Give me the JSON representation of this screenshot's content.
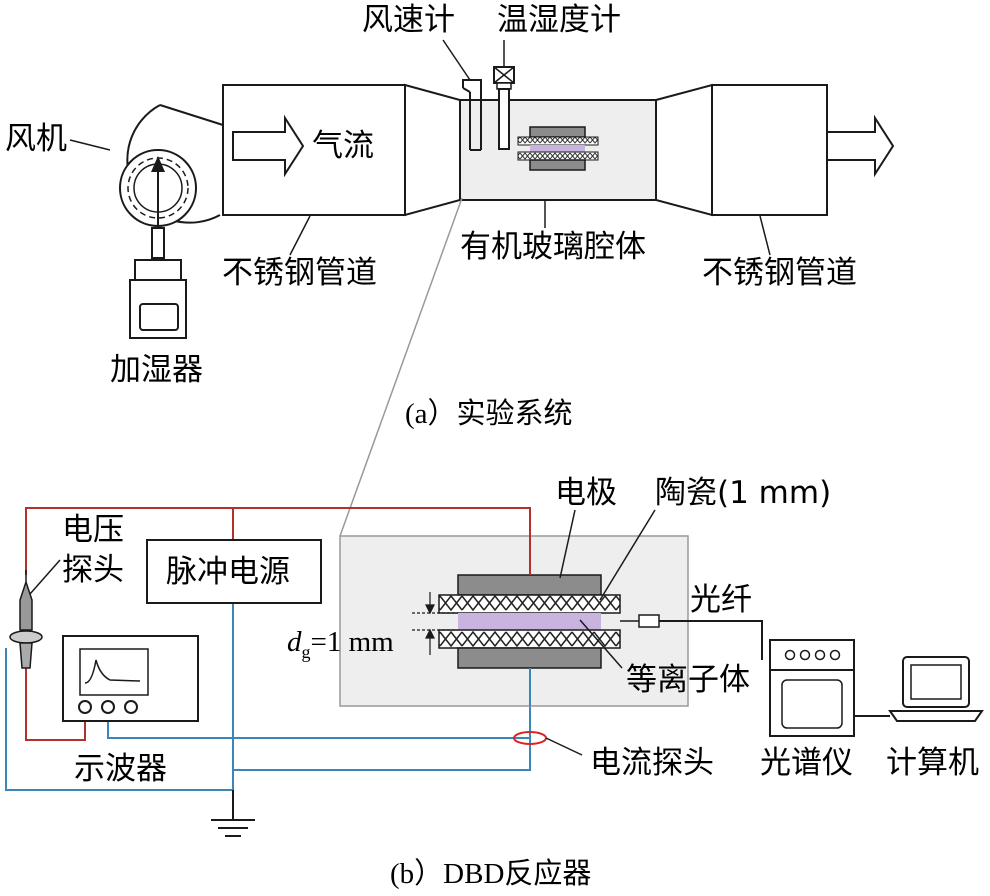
{
  "part_a": {
    "fan": "风机",
    "humidifier": "加湿器",
    "airflow": "气流",
    "pipe_left": "不锈钢管道",
    "pipe_right": "不锈钢管道",
    "anemometer": "风速计",
    "hygrometer": "温湿度计",
    "chamber": "有机玻璃腔体",
    "caption": "(a）实验系统"
  },
  "part_b": {
    "voltage_probe": [
      "电压",
      "探头"
    ],
    "pulse_power": "脉冲电源",
    "oscilloscope": "示波器",
    "electrode": "电极",
    "ceramic": "陶瓷(1 mm)",
    "gap_symbol": "d",
    "gap_sub": "g",
    "gap_value": "=1 mm",
    "plasma": "等离子体",
    "fiber": "光纤",
    "current_probe": "电流探头",
    "spectrometer": "光谱仪",
    "computer": "计算机",
    "caption": "(b）DBD反应器"
  },
  "colors": {
    "red_wire": "#b3312d",
    "blue_wire": "#3b86b8",
    "plasma": "#c9b3df",
    "electrode": "#8c8c8c",
    "chamber_fill": "#eeeeee",
    "outline": "#1a1a1a"
  }
}
